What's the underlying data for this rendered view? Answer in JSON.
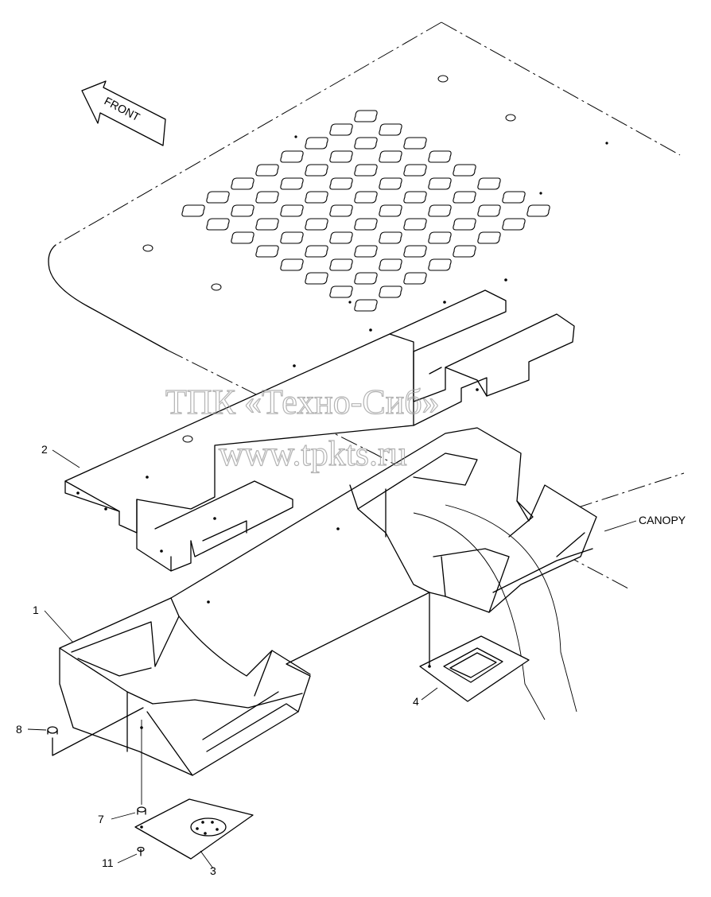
{
  "diagram": {
    "direction_arrow": "FRONT",
    "assembly_label": "CANOPY",
    "callouts": [
      {
        "num": "1"
      },
      {
        "num": "2"
      },
      {
        "num": "3"
      },
      {
        "num": "4"
      },
      {
        "num": "7"
      },
      {
        "num": "8"
      },
      {
        "num": "11"
      }
    ],
    "watermark": {
      "line1": "ТПК «Техно-Сиб»",
      "line2": "www.tpkts.ru"
    }
  }
}
